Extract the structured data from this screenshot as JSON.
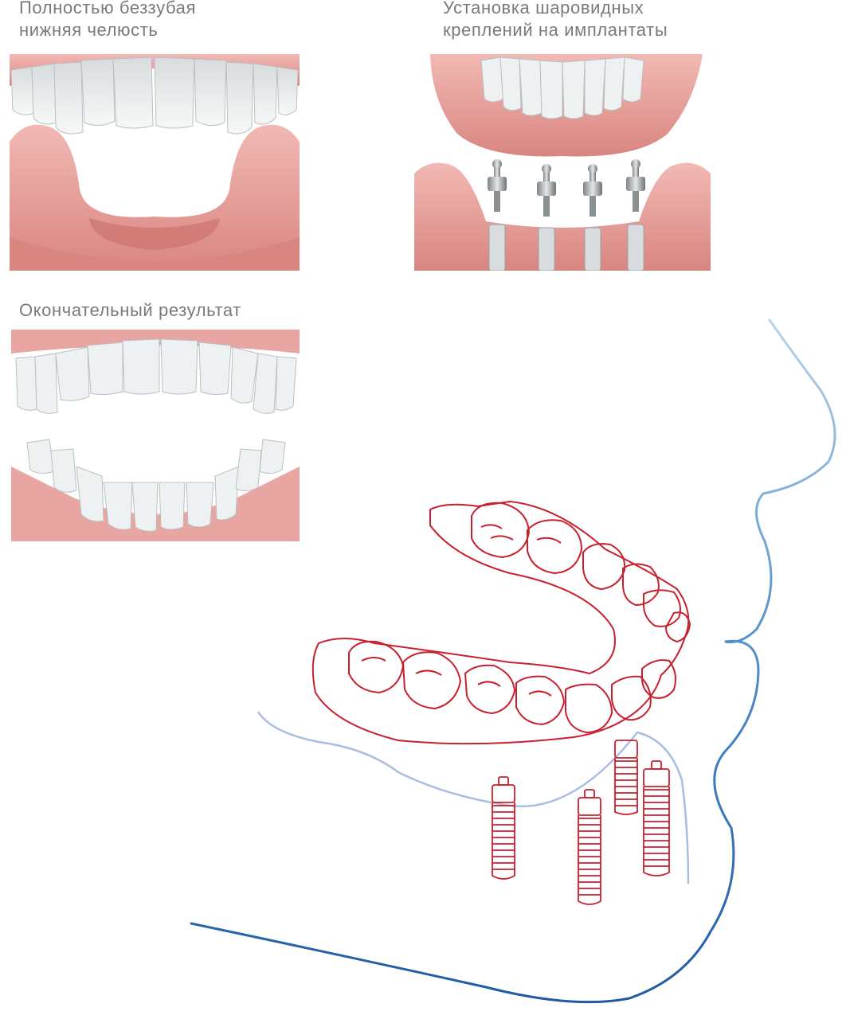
{
  "captions": {
    "edentulous": "Полностью беззубая\nнижняя челюсть",
    "attachments": "Установка шаровидных\nкреплений на имплантаты",
    "result": "Окончательный результат"
  },
  "colors": {
    "gum": "#e8a5a1",
    "gum_dark": "#c9736f",
    "tooth": "#eef1f2",
    "sketch_red": "#c8202e",
    "face_blue": "#2f6db3"
  }
}
